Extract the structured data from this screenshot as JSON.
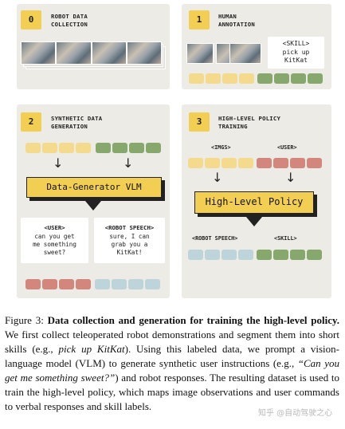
{
  "panels": [
    {
      "number": "0",
      "title": "ROBOT DATA\nCOLLECTION"
    },
    {
      "number": "1",
      "title": "HUMAN\nANNOTATION",
      "skill_card": "<SKILL>\npick up\nKitKat"
    },
    {
      "number": "2",
      "title": "SYNTHETIC DATA\nGENERATION",
      "model": "Data-Generator VLM",
      "user_card": {
        "tag": "<USER>",
        "text": "can you get\nme something\nsweet?"
      },
      "robot_card": {
        "tag": "<ROBOT SPEECH>",
        "text": "sure, I can\ngrab you a\nKitKat!"
      }
    },
    {
      "number": "3",
      "title": "HIGH-LEVEL POLICY\nTRAINING",
      "imgs_label": "<IMGS>",
      "user_label": "<USER>",
      "model": "High-Level Policy",
      "speech_label": "<ROBOT SPEECH>",
      "skill_label": "<SKILL>"
    }
  ],
  "caption": {
    "figure_label": "Figure 3:",
    "bold_title": "Data collection and generation for training the high-level policy.",
    "body_1": " We first collect teleoperated robot demonstrations and segment them into short skills (e.g., ",
    "italic_1": "pick up KitKat",
    "body_2": "). Using this labeled data, we prompt a vision-language model (VLM) to generate synthetic user instructions (e.g., ",
    "italic_2": "“Can you get me something sweet?”",
    "body_3": ") and robot responses. The resulting dataset is used to train the high-level policy, which maps image observations and user commands to verbal responses and skill labels."
  },
  "watermark": "知乎 @自动驾驶之心",
  "colors": {
    "panel_bg": "#ecebe5",
    "accent_yellow": "#f2cf52",
    "chip_yellow": "#f4da8c",
    "chip_green": "#86a86c",
    "chip_red": "#d3867c",
    "chip_blue": "#bcd4da"
  }
}
